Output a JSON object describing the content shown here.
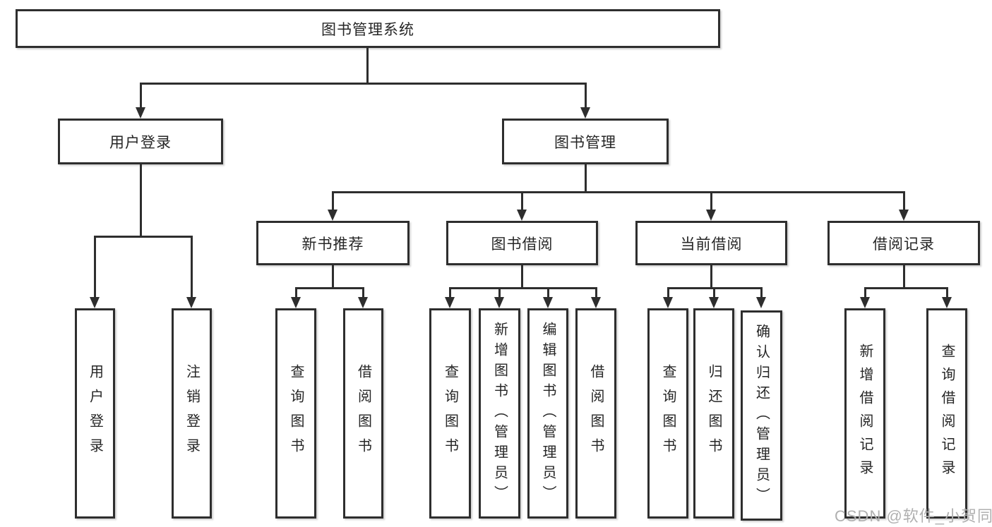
{
  "tree": {
    "label": "图书管理系统",
    "children": [
      {
        "label": "用户登录",
        "children": [
          {
            "label": "用户登录"
          },
          {
            "label": "注销登录"
          }
        ]
      },
      {
        "label": "图书管理",
        "children": [
          {
            "label": "新书推荐",
            "children": [
              {
                "label": "查询图书"
              },
              {
                "label": "借阅图书"
              }
            ]
          },
          {
            "label": "图书借阅",
            "children": [
              {
                "label": "查询图书"
              },
              {
                "label": "新增图书（管理员）"
              },
              {
                "label": "编辑图书（管理员）"
              },
              {
                "label": "借阅图书"
              }
            ]
          },
          {
            "label": "当前借阅",
            "children": [
              {
                "label": "查询图书"
              },
              {
                "label": "归还图书"
              },
              {
                "label": "确认归还（管理员）"
              }
            ]
          },
          {
            "label": "借阅记录",
            "children": [
              {
                "label": "新增借阅记录"
              },
              {
                "label": "查询借阅记录"
              }
            ]
          }
        ]
      }
    ]
  },
  "watermark": "CSDN @软件_小贺同学",
  "colors": {
    "line": "#2e2e2e",
    "text": "#262626",
    "watermark": "#b0b0b0",
    "background": "#ffffff"
  }
}
